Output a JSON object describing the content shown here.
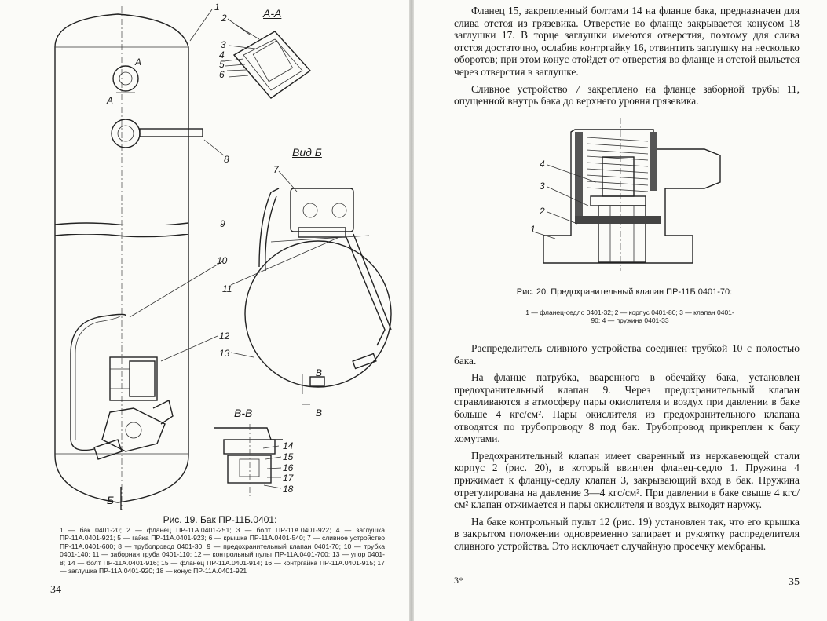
{
  "left_page": {
    "page_number": "34",
    "figure_title": "Рис. 19. Бак ПР-11Б.0401:",
    "figure_legend": "1 — бак 0401-20; 2 — фланец ПР-11А.0401-251; 3 — болт ПР-11А.0401-922; 4 — заглушка ПР-11А.0401-921; 5 — гайка ПР-11А.0401-923; 6 — крышка ПР-11А.0401-540; 7 — сливное устройство ПР-11А.0401-600; 8 — трубопровод 0401-30; 9 — предохранительный клапан 0401-70; 10 — трубка 0401-140; 11 — заборная труба 0401-110; 12 — контрольный пульт ПР-11А.0401-700; 13 — упор 0401-8; 14 — болт ПР-11А.0401-916; 15 — фланец ПР-11А.0401-914; 16 — контргайка ПР-11А.0401-915; 17 — заглушка ПР-11А.0401-920; 18 — конус ПР-11А.0401-921",
    "view_labels": {
      "section_aa": "А-А",
      "view_b": "Вид Б",
      "section_vv": "В-В",
      "marker_a1": "А",
      "marker_a2": "А",
      "marker_b": "Б",
      "marker_v1": "В",
      "marker_v2": "В"
    },
    "callouts": [
      "1",
      "2",
      "3",
      "4",
      "5",
      "6",
      "7",
      "8",
      "9",
      "10",
      "11",
      "12",
      "13",
      "14",
      "15",
      "16",
      "17",
      "18"
    ]
  },
  "right_page": {
    "page_number": "35",
    "signature_mark": "3*",
    "paragraph_1": "Фланец 15, закрепленный болтами 14 на фланце бака, предназначен для слива отстоя из грязевика. Отверстие во фланце закрывается конусом 18 заглушки 17. В торце заглушки имеются отверстия, поэтому для слива отстоя достаточно, ослабив контргайку 16, отвинтить заглушку на несколько оборотов; при этом конус отойдет от отверстия во фланце и отстой выльется через отверстия в заглушке.",
    "paragraph_2": "Сливное устройство 7 закреплено на фланце заборной трубы 11, опущенной внутрь бака до верхнего уровня грязевика.",
    "figure_title": "Рис. 20. Предохранительный клапан ПР-11Б.0401-70:",
    "figure_legend": "1 — фланец-седло 0401-32; 2 — корпус 0401-80; 3 — клапан 0401-90; 4 — пружина 0401-33",
    "callouts": [
      "1",
      "2",
      "3",
      "4"
    ],
    "paragraph_3": "Распределитель сливного устройства соединен трубкой 10 с полостью бака.",
    "paragraph_4": "На фланце патрубка, вваренного в обечайку бака, установлен предохранительный клапан 9. Через предохранительный клапан стравливаются в атмосферу пары окислителя и воздух при давлении в баке больше 4 кгс/см². Пары окислителя из предохранительного клапана отводятся по трубопроводу 8 под бак. Трубопровод прикреплен к баку хомутами.",
    "paragraph_5": "Предохранительный клапан имеет сваренный из нержавеющей стали корпус 2 (рис. 20), в который ввинчен фланец-седло 1. Пружина 4 прижимает к фланцу-седлу клапан 3, закрывающий вход в бак. Пружина отрегулирована на давление 3—4 кгс/см². При давлении в баке свыше 4 кгс/см² клапан отжимается и пары окислителя и воздух выходят наружу.",
    "paragraph_6": "На баке контрольный пульт 12 (рис. 19) установлен так, что его крышка в закрытом положении одновременно запирает и рукоятку распределителя сливного устройства. Это исключает случайную просечку мембраны."
  }
}
